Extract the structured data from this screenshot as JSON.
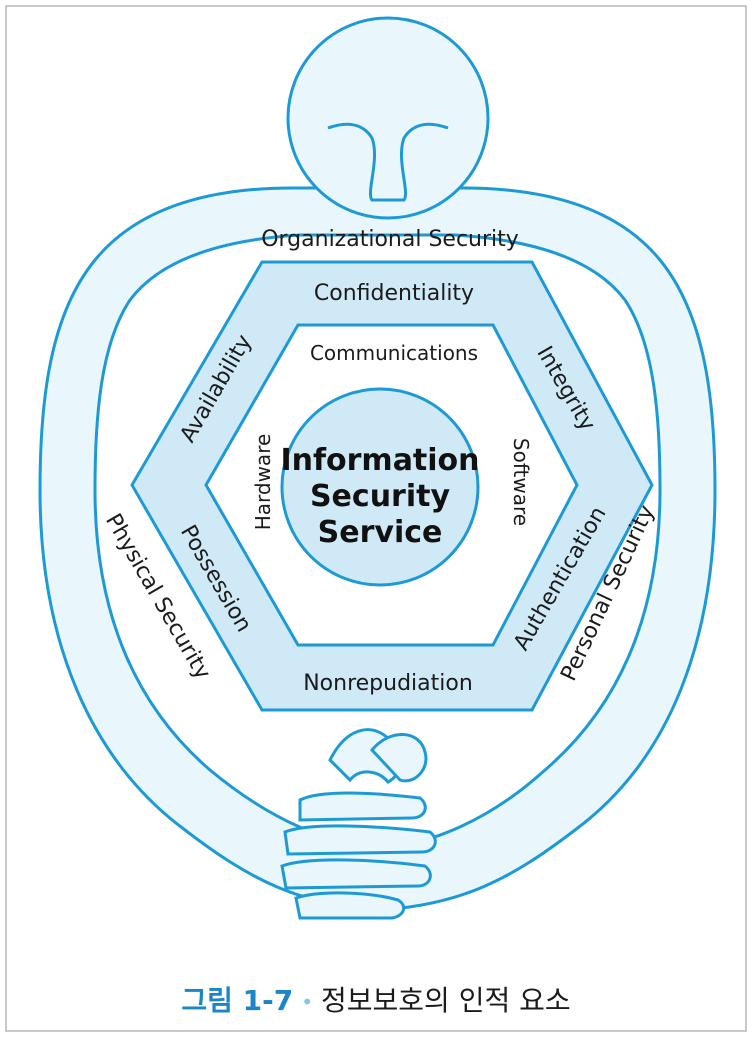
{
  "colors": {
    "outline": "#1d9ad6",
    "fill_light": "#e9f6fc",
    "fill_mid": "#cfe9f7",
    "caption_accent": "#1a86c8"
  },
  "diagram": {
    "outer_label": "Organizational Security",
    "left_label": "Physical Security",
    "right_label": "Personal Security",
    "ring_top": "Confidentiality",
    "ring_upper_left": "Availability",
    "ring_upper_right": "Integrity",
    "ring_lower_left": "Possession",
    "ring_lower_right": "Authentication",
    "ring_bottom": "Nonrepudiation",
    "inner_top": "Communications",
    "inner_left": "Hardware",
    "inner_right": "Software",
    "center_lines": [
      "Information",
      "Security",
      "Service"
    ]
  },
  "caption": {
    "figure_number": "그림 1-7",
    "separator": "•",
    "title": "정보보호의 인적 요소"
  }
}
